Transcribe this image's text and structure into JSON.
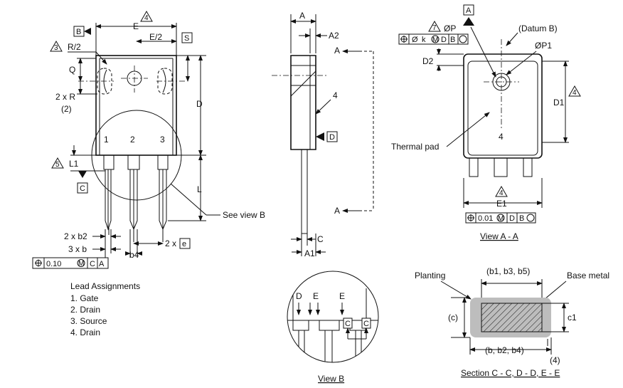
{
  "front": {
    "E": "E",
    "E2": "E/2",
    "R2": "R/2",
    "Q": "Q",
    "twoxR": "2 x R",
    "paren2": "(2)",
    "D": "D",
    "L1": "L1",
    "L": "L",
    "pin1": "1",
    "pin2": "2",
    "pin3": "3",
    "see_view_b": "See view B",
    "b2": "2 x b2",
    "b": "3 x b",
    "b4": "b4",
    "e": "e",
    "twox": "2 x",
    "tol": "0.10",
    "m": "M",
    "c_ref": "C",
    "a_ref": "A",
    "note4": "4",
    "note3": "3",
    "note5": "5",
    "datumB": "B",
    "datumS": "S",
    "datumC": "C"
  },
  "side": {
    "A": "A",
    "A2": "A2",
    "A1": "A1",
    "C": "C",
    "four": "4",
    "D": "D",
    "sectA1": "A",
    "sectA2": "A"
  },
  "viewA": {
    "datumA": "A",
    "note7": "7",
    "phiP": "ØP",
    "datumB": "(Datum B)",
    "phiP1": "ØP1",
    "fcf_phi": "Ø",
    "fcf_k": "k",
    "fcf_m": "M",
    "fcf_d": "D",
    "fcf_b": "B",
    "D2": "D2",
    "D1": "D1",
    "four_a": "4",
    "four_b": "4",
    "four_c": "4",
    "thermal_pad": "Thermal pad",
    "E1": "E1",
    "fcf2_tol": "0.01",
    "title": "View A - A"
  },
  "leads": {
    "heading": "Lead Assignments",
    "items": [
      "1. Gate",
      "2. Drain",
      "3. Source",
      "4. Drain"
    ]
  },
  "viewB": {
    "D": "D",
    "E1": "E",
    "E2": "E",
    "C1": "C",
    "C2": "C",
    "title": "View B"
  },
  "section": {
    "planting": "Planting",
    "b1b3b5": "(b1, b3, b5)",
    "base_metal": "Base metal",
    "c_paren": "(c)",
    "c1": "c1",
    "bb2b4": "(b, b2, b4)",
    "four": "(4)",
    "title": "Section C - C, D - D, E - E"
  }
}
